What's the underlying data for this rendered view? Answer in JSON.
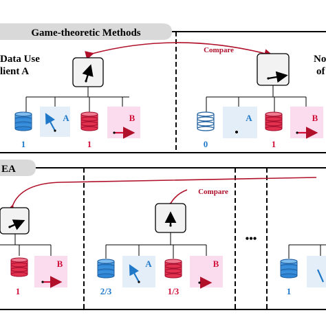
{
  "top_section": {
    "header": "Game-theoretic Methods",
    "compare_label": "Compare",
    "left_caption_line1": "Data Use",
    "left_caption_line2": "lient A",
    "right_caption_line1": "No",
    "right_caption_line2": "of",
    "left_group": {
      "client_a_value": "1",
      "client_a_letter": "A",
      "client_b_value": "1",
      "client_b_letter": "B"
    },
    "right_group": {
      "client_a_value": "0",
      "client_a_letter": "A",
      "client_b_value": "1",
      "client_b_letter": "B"
    }
  },
  "bottom_section": {
    "header": "EA",
    "compare_label": "Compare",
    "ellipsis": "•••",
    "panel1": {
      "client_b_value": "1",
      "client_b_letter": "B"
    },
    "panel2": {
      "client_a_value": "2/3",
      "client_a_letter": "A",
      "client_b_value": "1/3",
      "client_b_letter": "B"
    },
    "panel4": {
      "client_a_value": "1"
    }
  },
  "colors": {
    "blue": "#1f78c8",
    "blue_dark": "#1f5f9f",
    "red": "#d0103a",
    "red_arrow": "#b0102a",
    "pink_bg": "#fbdcef",
    "lightblue_bg": "#e4eef8",
    "header_bg": "#d9d9d9",
    "box_bg": "#f2f2f2"
  }
}
